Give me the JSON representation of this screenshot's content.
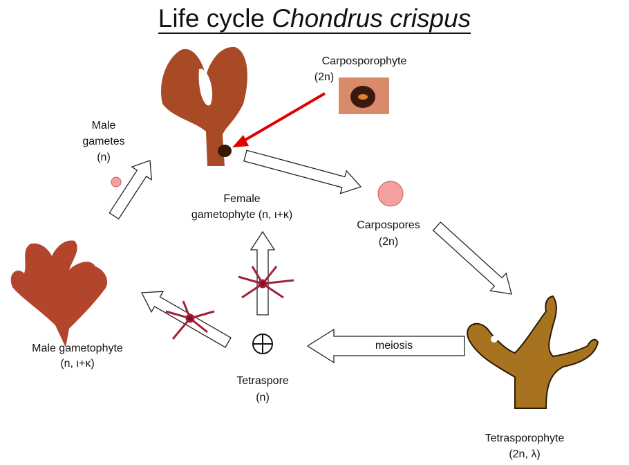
{
  "title": {
    "prefix": "Life cycle ",
    "species": "Chondrus crispus"
  },
  "labels": {
    "carposporophyte": "Carposporophyte",
    "carposporophyte_ploidy": "(2n)",
    "male_gametes": "Male",
    "male_gametes_2": "gametes",
    "male_gametes_ploidy": "(n)",
    "female_gametophyte": "Female",
    "female_gametophyte_2": "gametophyte (n, ι+κ)",
    "carpospores": "Carpospores",
    "carpospores_ploidy": "(2n)",
    "male_gametophyte": "Male gametophyte",
    "male_gametophyte_ploidy": "(n, ι+κ)",
    "tetraspore": "Tetraspore",
    "tetraspore_ploidy": "(n)",
    "meiosis": "meiosis",
    "tetrasporophyte": "Tetrasporophyte",
    "tetrasporophyte_ploidy": "(2n,  λ)"
  },
  "colors": {
    "thallus_red": "#a9422a",
    "spore_pink": "#f4a0a0",
    "pointer_red": "#e00000",
    "tetrasporophyte_brown": "#8a5a12"
  }
}
